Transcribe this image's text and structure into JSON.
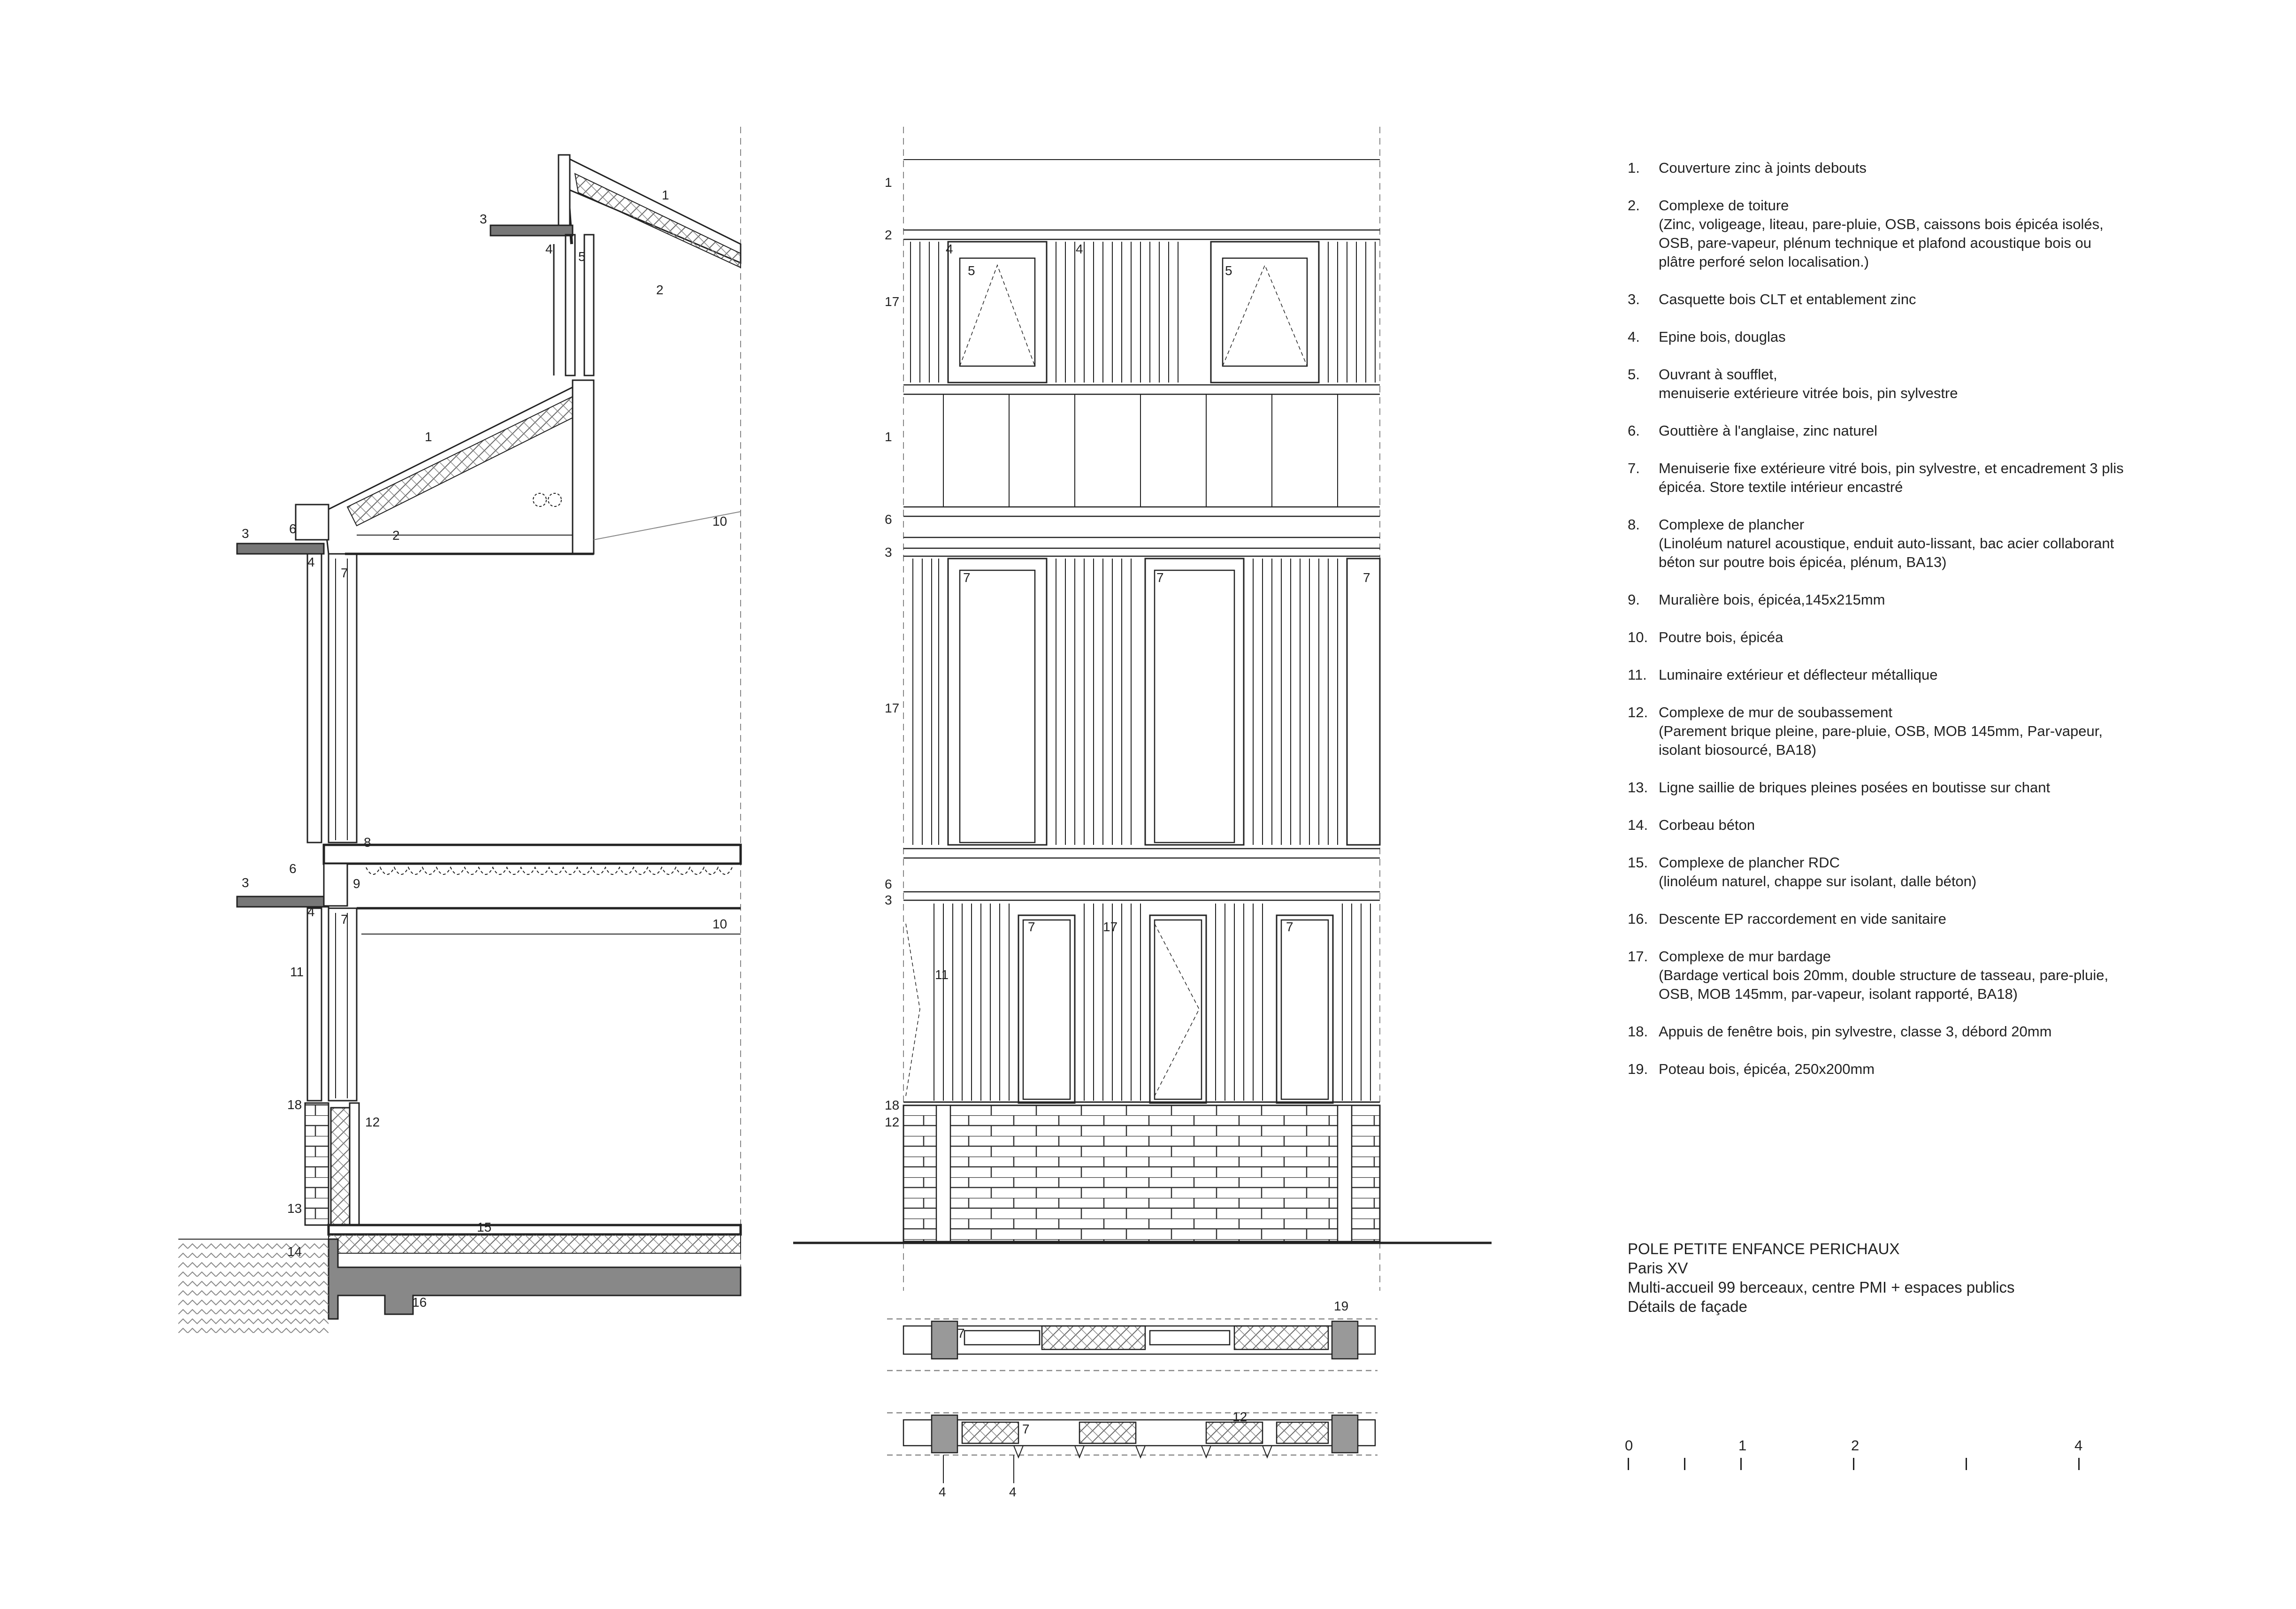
{
  "legend": [
    {
      "num": "1.",
      "lines": [
        "Couverture zinc à joints debouts"
      ]
    },
    {
      "num": "2.",
      "lines": [
        "Complexe de toiture",
        "(Zinc, voligeage, liteau, pare-pluie, OSB, caissons bois épicéa isolés,",
        "OSB, pare-vapeur, plénum technique et plafond acoustique bois ou",
        "plâtre perforé selon localisation.)"
      ]
    },
    {
      "num": "3.",
      "lines": [
        "Casquette bois CLT et entablement zinc"
      ]
    },
    {
      "num": "4.",
      "lines": [
        "Epine bois, douglas"
      ]
    },
    {
      "num": "5.",
      "lines": [
        "Ouvrant à soufflet,",
        "menuiserie extérieure vitrée bois, pin sylvestre"
      ]
    },
    {
      "num": "6.",
      "lines": [
        "Gouttière à l'anglaise, zinc naturel"
      ]
    },
    {
      "num": "7.",
      "lines": [
        "Menuiserie fixe extérieure vitré bois, pin sylvestre, et encadrement 3 plis",
        "épicéa. Store textile intérieur encastré"
      ]
    },
    {
      "num": "8.",
      "lines": [
        "Complexe de plancher",
        "(Linoléum naturel acoustique, enduit auto-lissant, bac acier collaborant",
        "béton sur poutre bois épicéa, plénum, BA13)"
      ]
    },
    {
      "num": "9.",
      "lines": [
        "Muralière bois, épicéa,145x215mm"
      ]
    },
    {
      "num": "10.",
      "lines": [
        "Poutre bois, épicéa"
      ]
    },
    {
      "num": "11.",
      "lines": [
        "Luminaire extérieur et déflecteur métallique"
      ]
    },
    {
      "num": "12.",
      "lines": [
        "Complexe de mur de soubassement",
        "(Parement brique pleine, pare-pluie, OSB, MOB 145mm, Par-vapeur,",
        "isolant biosourcé, BA18)"
      ]
    },
    {
      "num": "13.",
      "lines": [
        "Ligne saillie de briques pleines posées en boutisse sur chant"
      ]
    },
    {
      "num": "14.",
      "lines": [
        "Corbeau béton"
      ]
    },
    {
      "num": "15.",
      "lines": [
        "Complexe de plancher RDC",
        "(linoléum naturel, chappe sur isolant, dalle béton)"
      ]
    },
    {
      "num": "16.",
      "lines": [
        "Descente EP raccordement en vide sanitaire"
      ]
    },
    {
      "num": "17.",
      "lines": [
        "Complexe de mur bardage",
        "(Bardage vertical bois 20mm, double structure de tasseau, pare-pluie,",
        "OSB, MOB 145mm, par-vapeur, isolant rapporté, BA18)"
      ]
    },
    {
      "num": "18.",
      "lines": [
        "Appuis de fenêtre bois, pin sylvestre, classe 3, débord 20mm"
      ]
    },
    {
      "num": "19.",
      "lines": [
        "Poteau bois, épicéa, 250x200mm"
      ]
    }
  ],
  "title_block": {
    "project": "POLE PETITE ENFANCE PERICHAUX",
    "location": "Paris XV",
    "program": "Multi-accueil 99 berceaux, centre PMI + espaces publics",
    "sheet": "Détails de façade"
  },
  "scale": {
    "labels": [
      "0",
      "1",
      "2",
      "4"
    ]
  },
  "section_tags": {
    "t1a": "1",
    "t3a": "3",
    "t4a": "4",
    "t5a": "5",
    "t2a": "2",
    "t1b": "1",
    "t3b": "3",
    "t6b": "6",
    "t2b": "2",
    "t10b": "10",
    "t4b": "4",
    "t7b": "7",
    "t9b": "9",
    "t8c": "8",
    "t3c": "3",
    "t6c": "6",
    "t4c": "4",
    "t7c": "7",
    "t10c": "10",
    "t11c": "11",
    "t18c": "18",
    "t12c": "12",
    "t13c": "13",
    "t14c": "14",
    "t15c": "15",
    "t16c": "16"
  },
  "elevation_tags": {
    "r1": "1",
    "r2": "2",
    "r17": "17",
    "r1b": "1",
    "r6": "6",
    "r3": "3",
    "r17b": "17",
    "r6b": "6",
    "r3b": "3",
    "r18": "18",
    "r12": "12",
    "w4a": "4",
    "w4b": "4",
    "w5a": "5",
    "w5b": "5",
    "w7a": "7",
    "w7b": "7",
    "w7c": "7",
    "w7d": "7",
    "w17": "17",
    "w7e": "7",
    "w11": "11"
  },
  "plan_tags": {
    "p19": "19",
    "p7a": "7",
    "p7b": "7",
    "p12": "12",
    "p4a": "4",
    "p4b": "4"
  }
}
